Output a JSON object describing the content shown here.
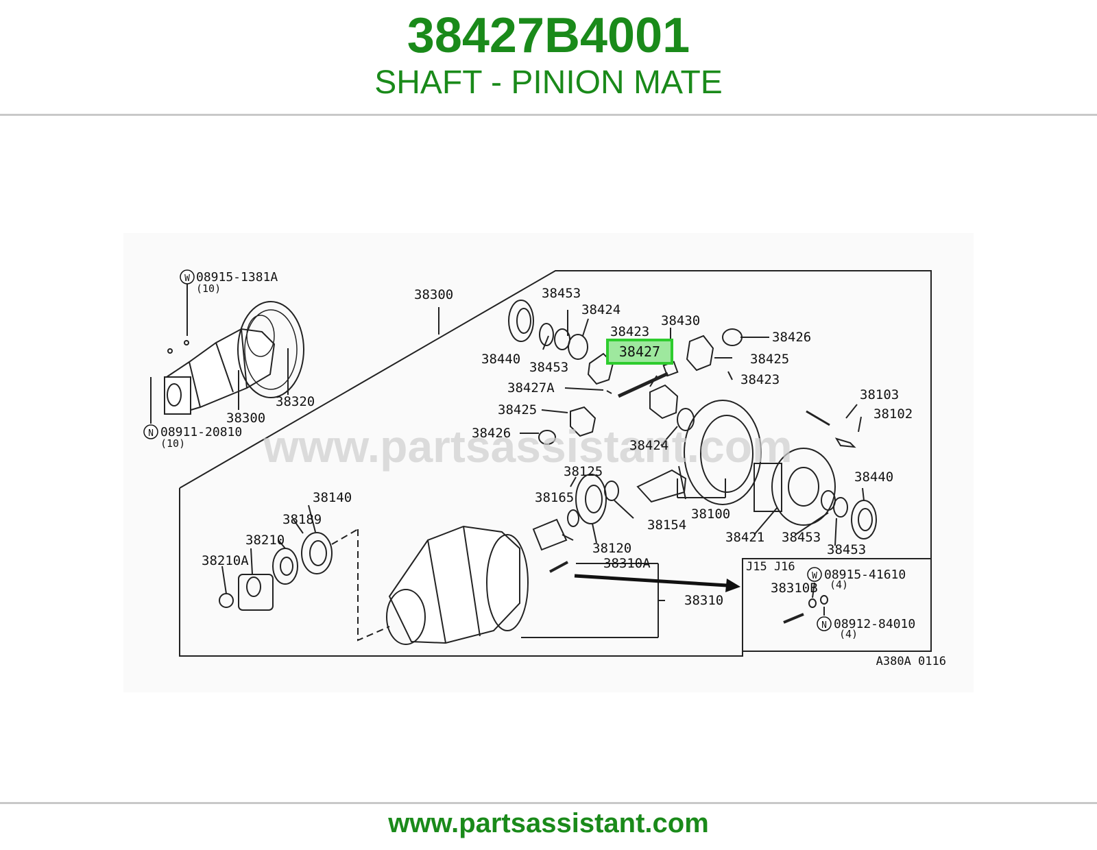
{
  "header": {
    "part_number": "38427B4001",
    "part_name": "SHAFT - PINION MATE"
  },
  "diagram": {
    "watermark": "www.partsassistant.com",
    "highlight_color": "#2ecc2e",
    "highlighted_callout": "38427",
    "callouts": [
      "38300",
      "38453",
      "38424",
      "38430",
      "38423",
      "38426",
      "38425",
      "38440",
      "38453",
      "38427A",
      "38423",
      "38425",
      "38426",
      "38424",
      "38103",
      "38102",
      "38125",
      "38165",
      "38154",
      "38100",
      "38440",
      "38421",
      "38453",
      "38453",
      "38120",
      "38140",
      "38189",
      "38210",
      "38210A",
      "38310A",
      "38310",
      "38320",
      "38300",
      "38310B"
    ],
    "fasteners": {
      "w_top": "08915-1381A",
      "w_top_qty": "(10)",
      "n_left": "08911-20810",
      "n_left_qty": "(10)",
      "w_inset": "08915-41610",
      "w_inset_qty": "(4)",
      "n_inset": "08912-84010",
      "n_inset_qty": "(4)",
      "w_symbol": "W",
      "n_symbol": "N"
    },
    "inset_label": "J15 J16",
    "figure_code": "A380A 0116"
  },
  "footer": {
    "url": "www.partsassistant.com"
  }
}
